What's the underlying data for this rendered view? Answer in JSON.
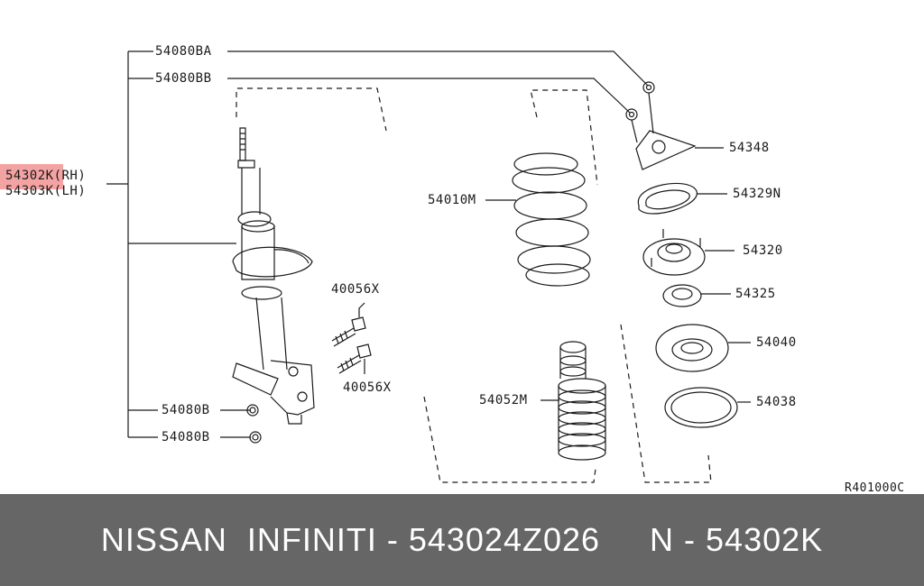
{
  "labels": {
    "p54080BA": "54080BA",
    "p54080BB_top": "54080BB",
    "p54302K": "54302K(RH)",
    "p54303K": "54303K(LH)",
    "p54010M": "54010M",
    "p40056X_a": "40056X",
    "p40056X_b": "40056X",
    "p54080B_a": "54080B",
    "p54080B_b": "54080B",
    "p54052M": "54052M",
    "p54348": "54348",
    "p54329N": "54329N",
    "p54320": "54320",
    "p54325": "54325",
    "p54040": "54040",
    "p54038": "54038",
    "ref": "R401000C"
  },
  "highlight_part": "54302K",
  "colors": {
    "highlight": "#f4a3a3",
    "footer_bg": "#666666",
    "footer_text": "#ffffff",
    "line": "#1a1a1a"
  },
  "footer": {
    "text": "NISSAN  INFINITI - 543024Z026     N - 54302K"
  }
}
